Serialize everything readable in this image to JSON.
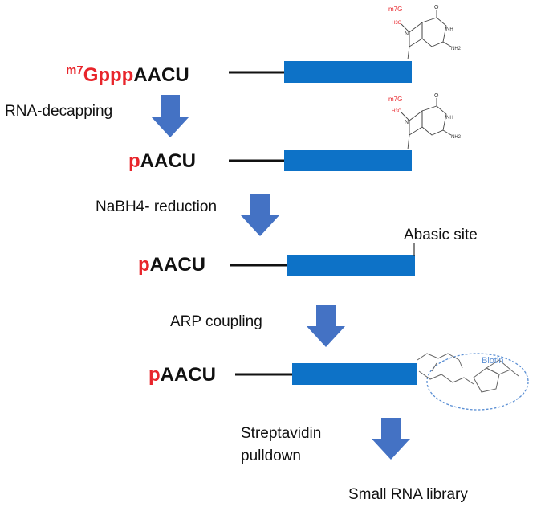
{
  "colors": {
    "arrow": "#4472c4",
    "bar": "#0d72c7",
    "cap_red": "#e8252b",
    "text": "#111111",
    "biotin_dashed": "#5b8fd4"
  },
  "rows": [
    {
      "prefix_sup": "m7",
      "prefix": "Gppp",
      "seq": "AACU",
      "chem_label": "m7G",
      "chem_sub": "H3C"
    },
    {
      "prefix_sup": "",
      "prefix": "p",
      "seq": "AACU",
      "chem_label": "m7G",
      "chem_sub": "H3C"
    },
    {
      "prefix_sup": "",
      "prefix": "p",
      "seq": "AACU",
      "site_label": "Abasic site"
    },
    {
      "prefix_sup": "",
      "prefix": "p",
      "seq": "AACU",
      "chem_label": "Biotin"
    }
  ],
  "steps": [
    {
      "label": "RNA-decapping"
    },
    {
      "label": "NaBH4- reduction"
    },
    {
      "label": "ARP coupling"
    },
    {
      "label_line1": "Streptavidin",
      "label_line2": "pulldown"
    }
  ],
  "result": {
    "label": "Small RNA library"
  },
  "chem": {
    "nh2": "NH2",
    "nh": "NH",
    "o": "O",
    "n": "N"
  }
}
